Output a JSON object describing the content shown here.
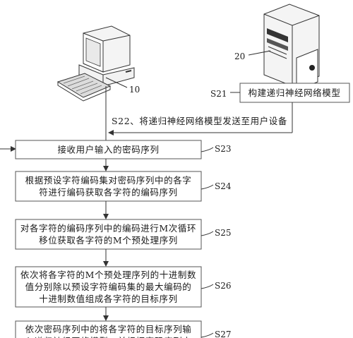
{
  "devices": {
    "user_device_label": "10",
    "server_label": "20"
  },
  "server_box": {
    "text": "构建递归神经网络模型",
    "step": "S21"
  },
  "transmit": {
    "text": "S22、将递归神经网络模型发送至用户设备"
  },
  "steps": [
    {
      "id": "S23",
      "lines": [
        "接收用户输入的密码序列"
      ]
    },
    {
      "id": "S24",
      "lines": [
        "根据预设字符编码集对密码序列中的各字",
        "符进行编码获取各字符的编码序列"
      ]
    },
    {
      "id": "S25",
      "lines": [
        "对各字符的编码序列中的编码进行M次循环",
        "移位获取各字符的M个预处理序列"
      ]
    },
    {
      "id": "S26",
      "lines": [
        "依次将各字符的M个预处理序列的十进制数",
        "值分别除以预设字符编码集的最大编码的",
        "十进制数值组成各字符的目标序列"
      ]
    },
    {
      "id": "S27",
      "lines": [
        "依次密码序列中的将各字符的目标序列输",
        "入递归神经网络模型，并根据密码序列中"
      ]
    }
  ]
}
